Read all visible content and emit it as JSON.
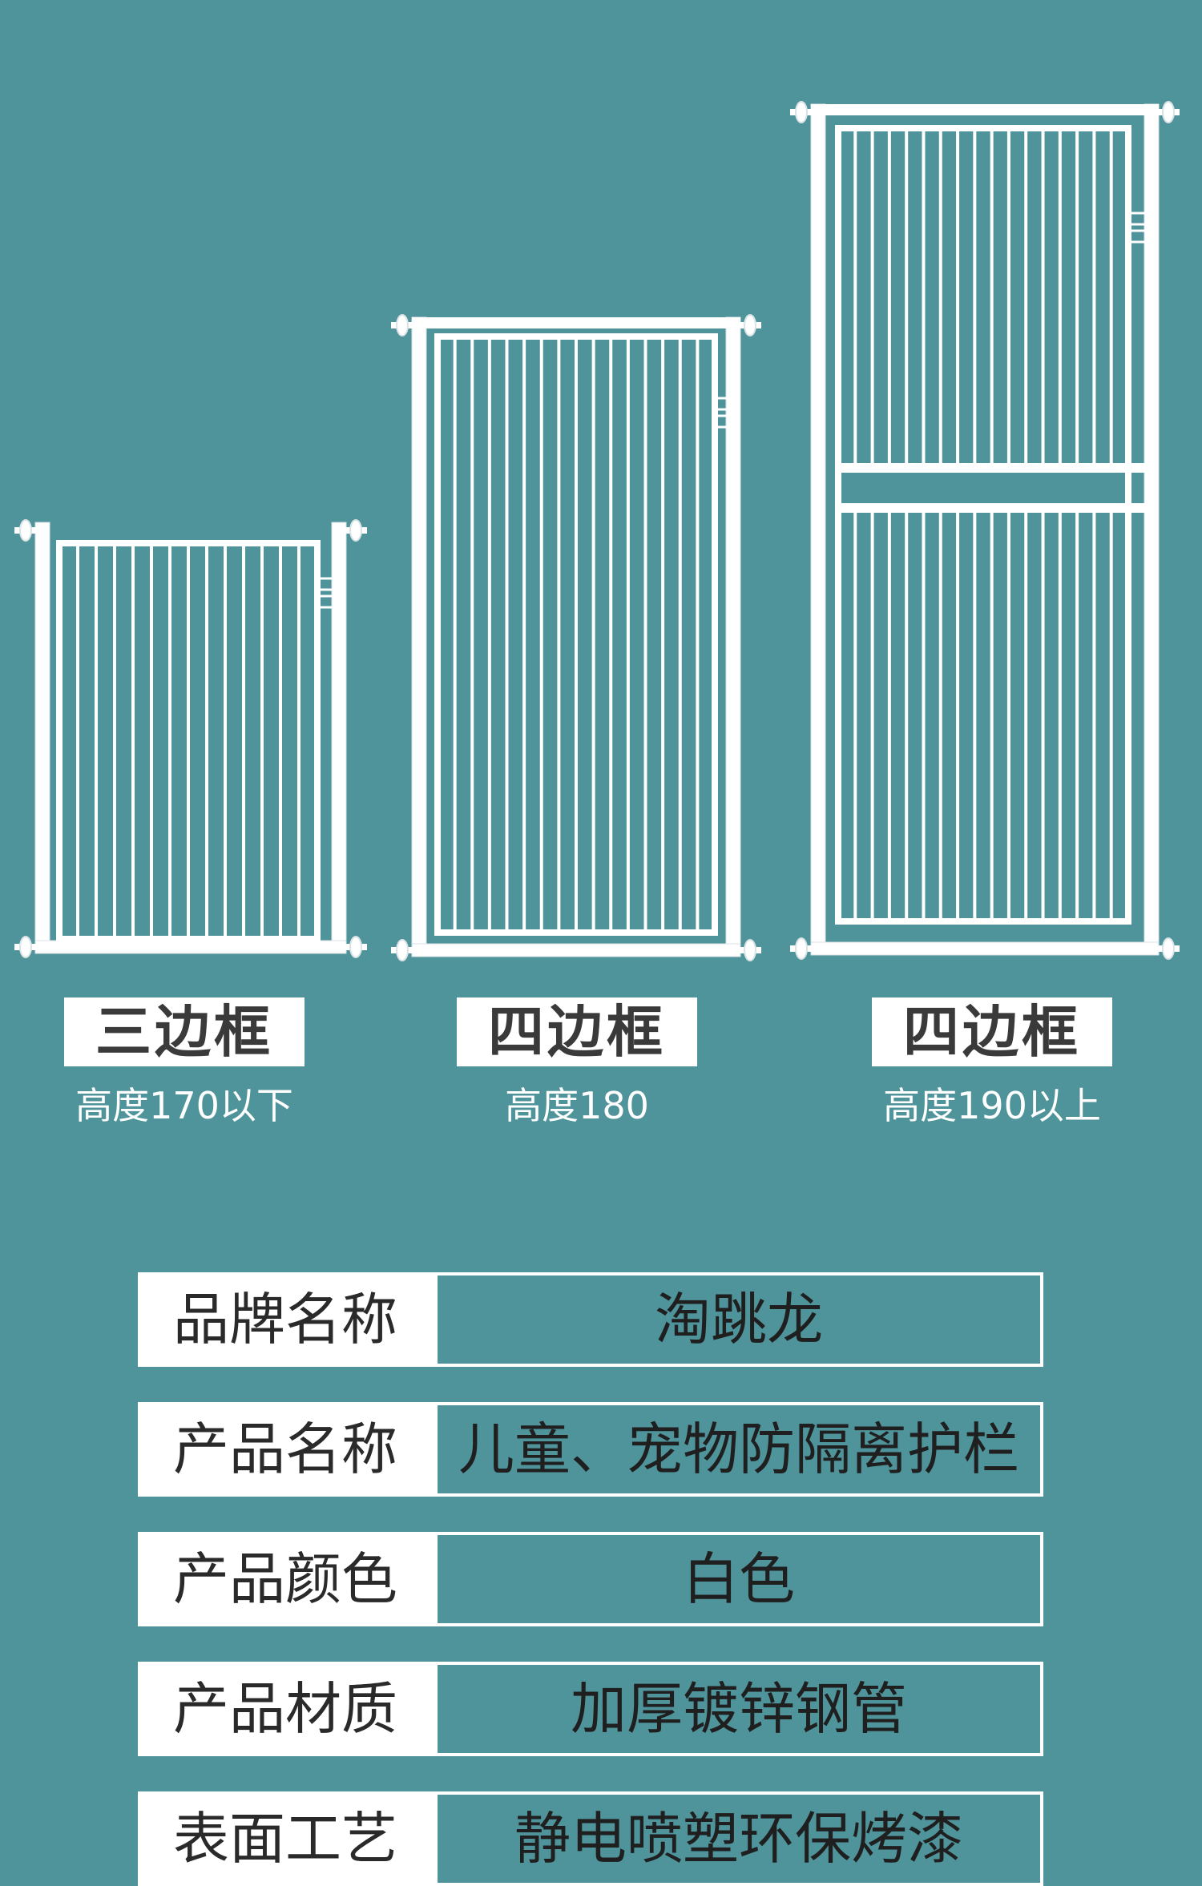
{
  "gates": [
    {
      "label": "三边框",
      "height_note": "高度170以下"
    },
    {
      "label": "四边框",
      "height_note": "高度180"
    },
    {
      "label": "四边框",
      "height_note": "高度190以上"
    }
  ],
  "specs": [
    {
      "key": "品牌名称",
      "value": "淘跳龙"
    },
    {
      "key": "产品名称",
      "value": "儿童、宠物防隔离护栏"
    },
    {
      "key": "产品颜色",
      "value": "白色"
    },
    {
      "key": "产品材质",
      "value": "加厚镀锌钢管"
    },
    {
      "key": "表面工艺",
      "value": "静电喷塑环保烤漆"
    }
  ],
  "colors": {
    "background": "#4f939b",
    "frame": "#ffffff"
  }
}
